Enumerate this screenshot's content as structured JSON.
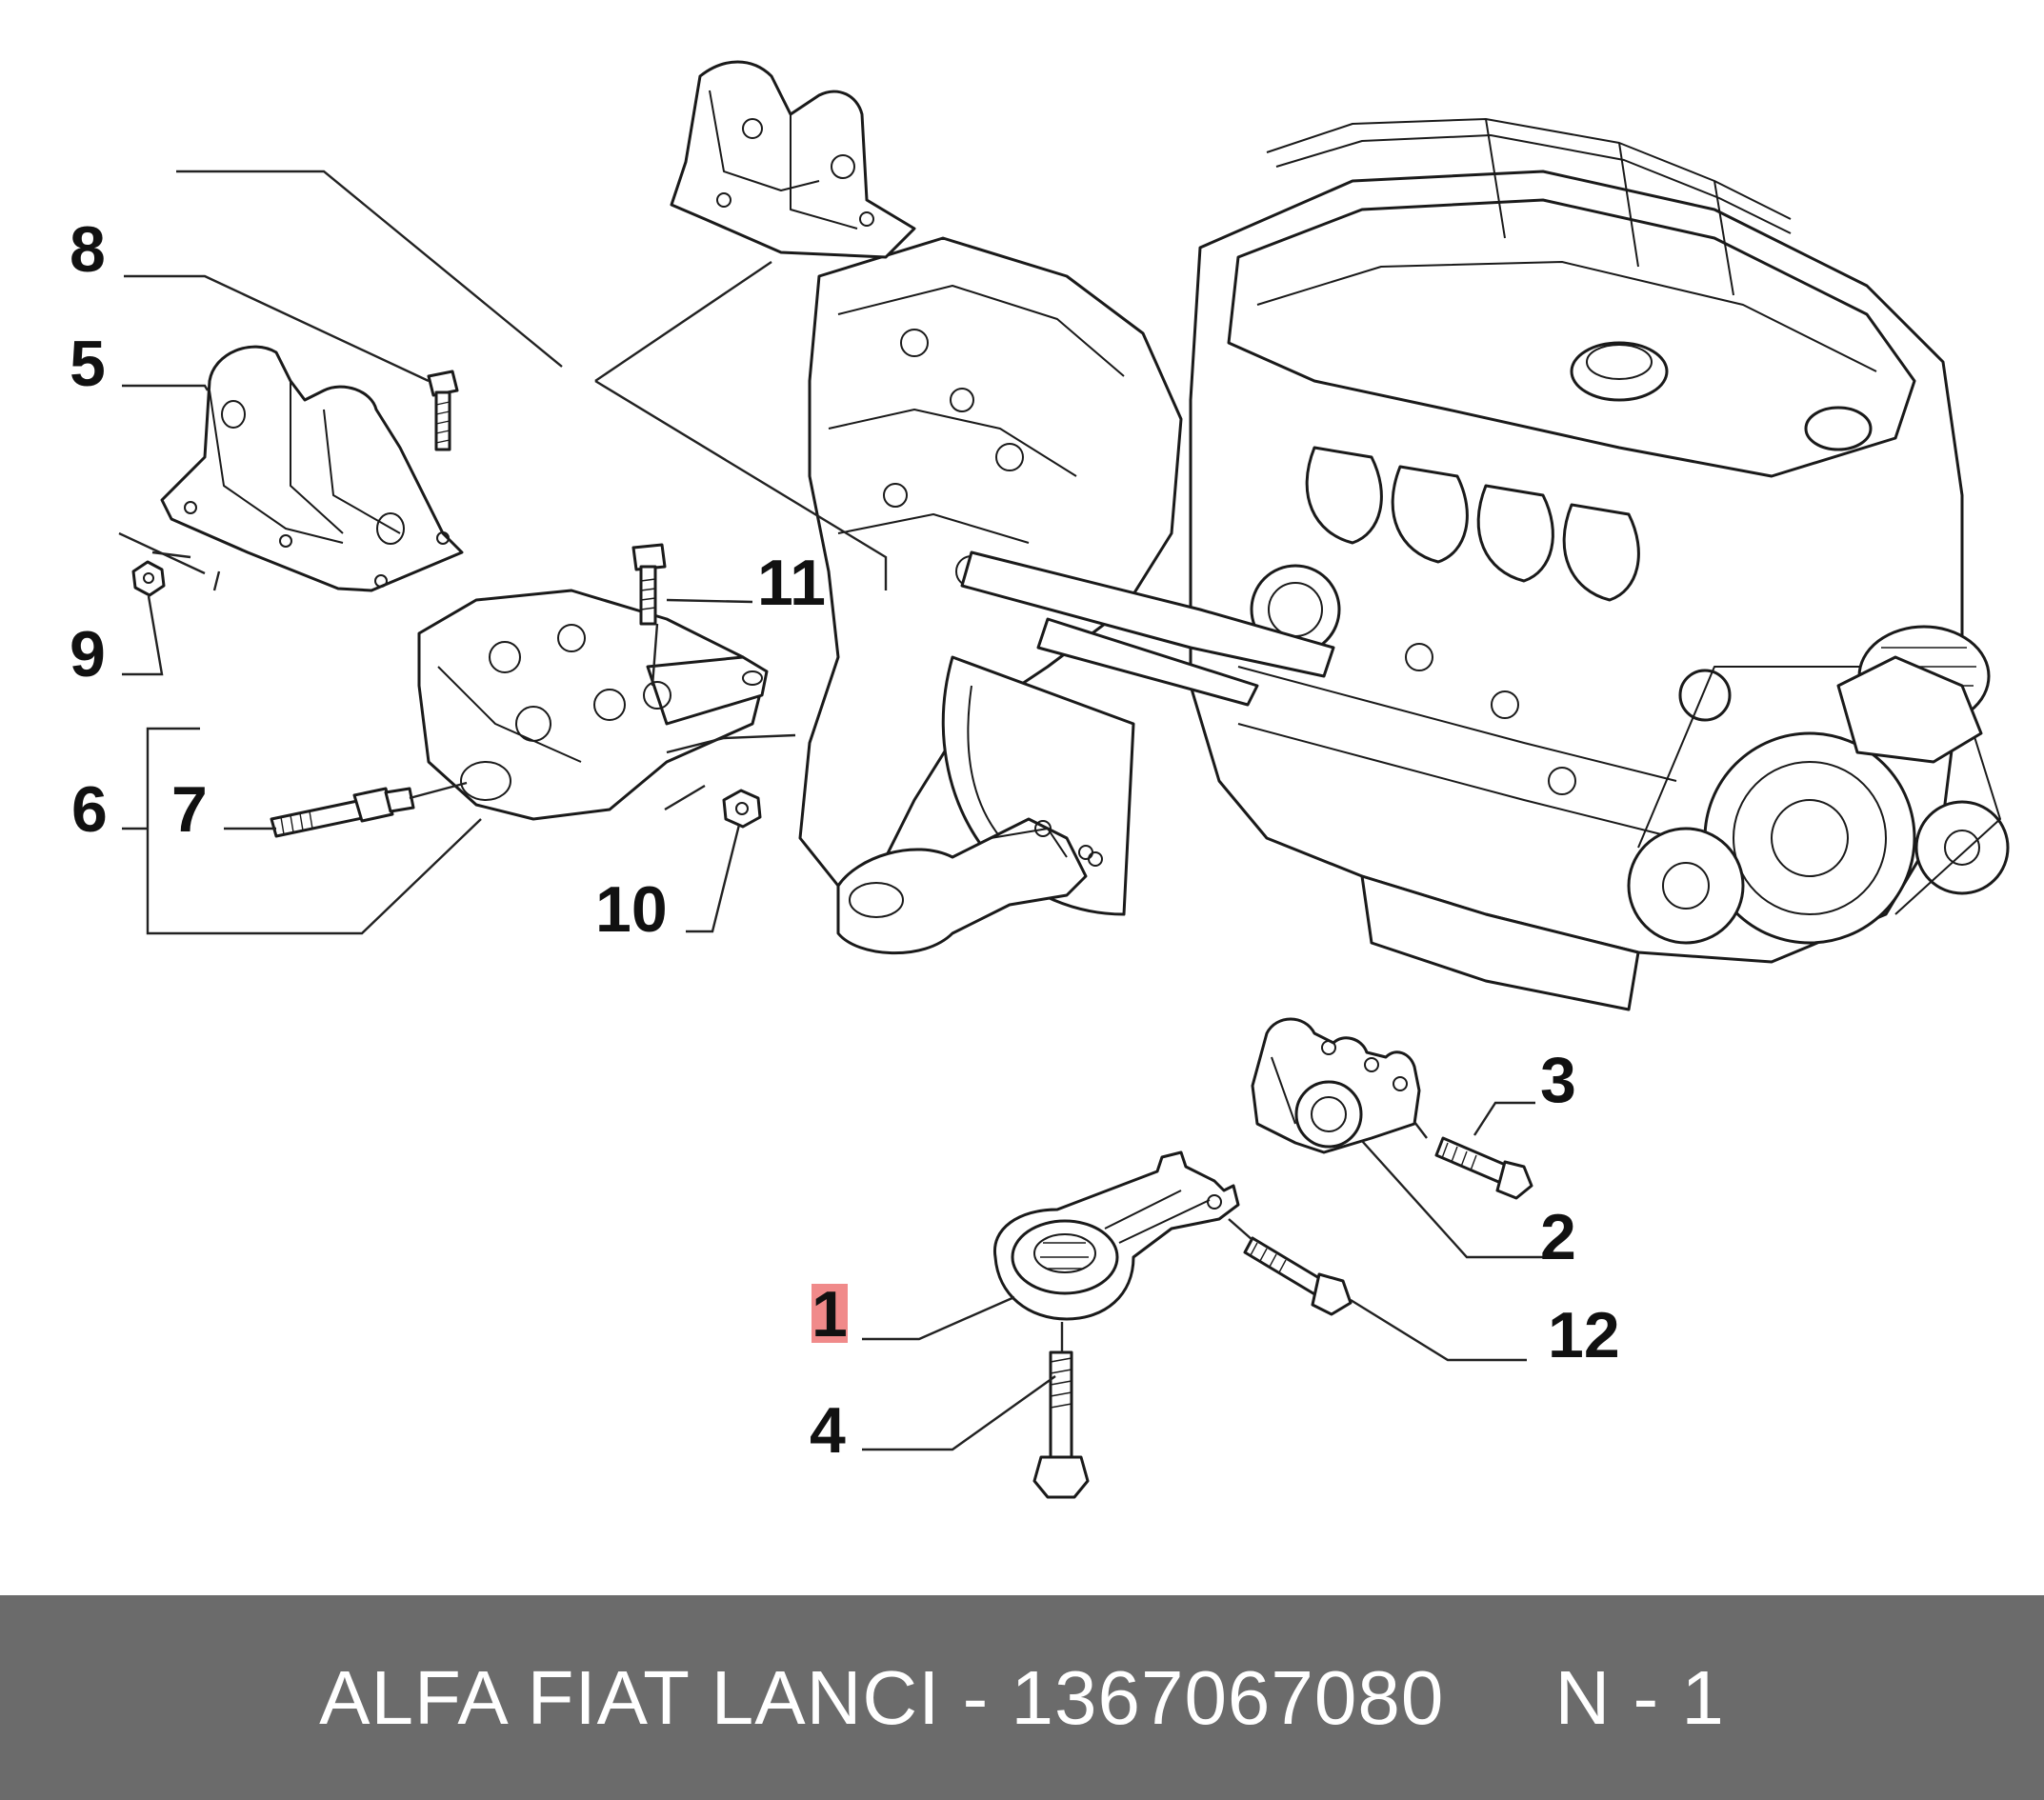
{
  "callouts": {
    "c1": "1",
    "c2": "2",
    "c3": "3",
    "c4": "4",
    "c5": "5",
    "c6": "6",
    "c7": "7",
    "c8": "8",
    "c9": "9",
    "c10": "10",
    "c11": "11",
    "c12": "12"
  },
  "highlighted_callout": "1",
  "colors": {
    "highlight": "#f08a8a",
    "footer_background": "#6b6b6b",
    "footer_text": "#ffffff"
  },
  "footer": {
    "text": "ALFA FIAT LANCI - 1367067080     N - 1"
  }
}
